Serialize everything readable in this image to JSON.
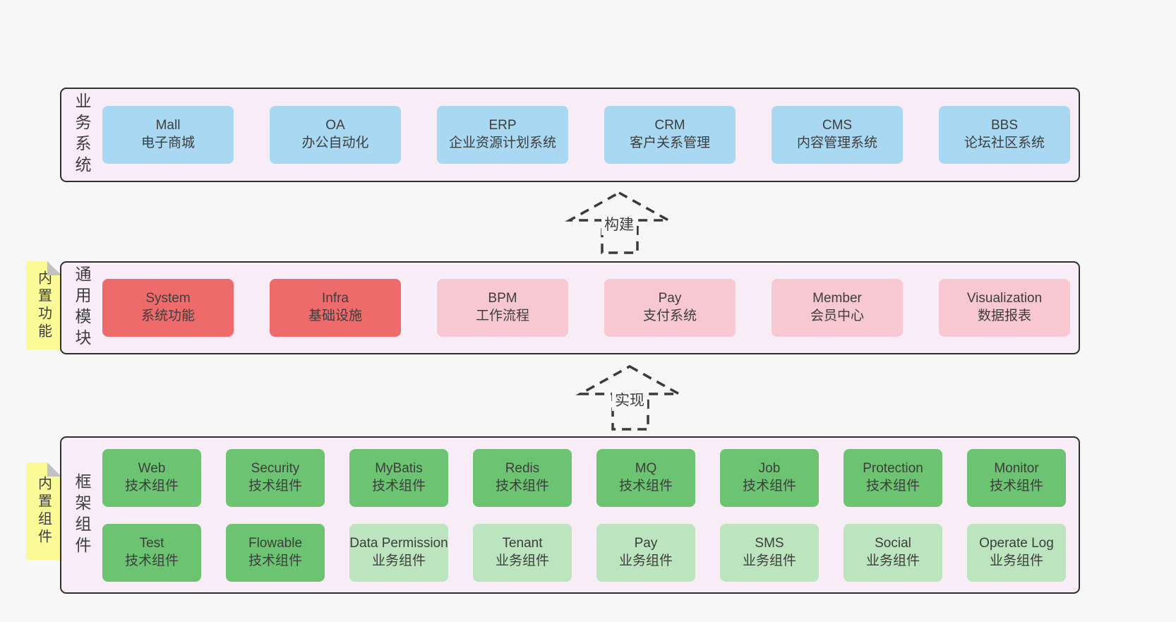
{
  "colors": {
    "blue": "#a9d8f2",
    "red": "#ee6b6b",
    "pink": "#f8c8d2",
    "green": "#6cc472",
    "lightgreen": "#bce4be",
    "panel_bg": "#f8edf6",
    "page_bg": "#f7f7f7",
    "sticky_yellow": "#fafa97",
    "border": "#2f2f2f",
    "text": "#3d3d3d"
  },
  "diagram": {
    "sections": [
      {
        "id": "business",
        "label": "业务系统",
        "rows": [
          [
            {
              "name": "Mall",
              "subtitle": "电子商城",
              "style": "blue"
            },
            {
              "name": "OA",
              "subtitle": "办公自动化",
              "style": "blue"
            },
            {
              "name": "ERP",
              "subtitle": "企业资源计划系统",
              "style": "blue"
            },
            {
              "name": "CRM",
              "subtitle": "客户关系管理",
              "style": "blue"
            },
            {
              "name": "CMS",
              "subtitle": "内容管理系统",
              "style": "blue"
            },
            {
              "name": "BBS",
              "subtitle": "论坛社区系统",
              "style": "blue"
            }
          ]
        ]
      },
      {
        "id": "modules",
        "label": "通用模块",
        "sticky": "内置功能",
        "rows": [
          [
            {
              "name": "System",
              "subtitle": "系统功能",
              "style": "red"
            },
            {
              "name": "Infra",
              "subtitle": "基础设施",
              "style": "red"
            },
            {
              "name": "BPM",
              "subtitle": "工作流程",
              "style": "pink"
            },
            {
              "name": "Pay",
              "subtitle": "支付系统",
              "style": "pink"
            },
            {
              "name": "Member",
              "subtitle": "会员中心",
              "style": "pink"
            },
            {
              "name": "Visualization",
              "subtitle": "数据报表",
              "style": "pink"
            }
          ]
        ]
      },
      {
        "id": "components",
        "label": "框架组件",
        "sticky": "内置组件",
        "rows": [
          [
            {
              "name": "Web",
              "subtitle": "技术组件",
              "style": "green"
            },
            {
              "name": "Security",
              "subtitle": "技术组件",
              "style": "green"
            },
            {
              "name": "MyBatis",
              "subtitle": "技术组件",
              "style": "green"
            },
            {
              "name": "Redis",
              "subtitle": "技术组件",
              "style": "green"
            },
            {
              "name": "MQ",
              "subtitle": "技术组件",
              "style": "green"
            },
            {
              "name": "Job",
              "subtitle": "技术组件",
              "style": "green"
            },
            {
              "name": "Protection",
              "subtitle": "技术组件",
              "style": "green"
            },
            {
              "name": "Monitor",
              "subtitle": "技术组件",
              "style": "green"
            }
          ],
          [
            {
              "name": "Test",
              "subtitle": "技术组件",
              "style": "green"
            },
            {
              "name": "Flowable",
              "subtitle": "技术组件",
              "style": "green"
            },
            {
              "name": "Data Permission",
              "subtitle": "业务组件",
              "style": "lightgreen"
            },
            {
              "name": "Tenant",
              "subtitle": "业务组件",
              "style": "lightgreen"
            },
            {
              "name": "Pay",
              "subtitle": "业务组件",
              "style": "lightgreen"
            },
            {
              "name": "SMS",
              "subtitle": "业务组件",
              "style": "lightgreen"
            },
            {
              "name": "Social",
              "subtitle": "业务组件",
              "style": "lightgreen"
            },
            {
              "name": "Operate Log",
              "subtitle": "业务组件",
              "style": "lightgreen"
            }
          ]
        ]
      }
    ],
    "arrows": [
      {
        "label": "构建"
      },
      {
        "label": "实现"
      }
    ]
  }
}
